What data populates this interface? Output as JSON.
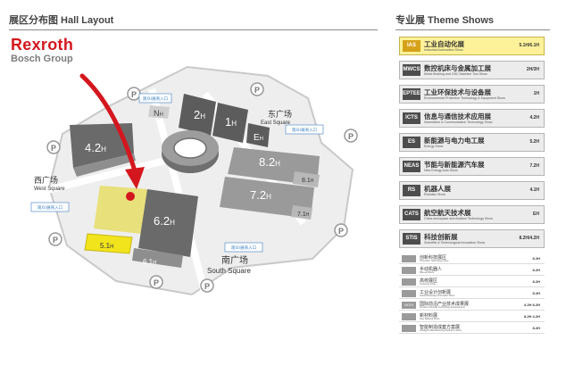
{
  "header": {
    "left_title": "展区分布图 Hall Layout",
    "right_title": "专业展 Theme Shows"
  },
  "brand": {
    "name": "Rexroth",
    "sub": "Bosch Group"
  },
  "map": {
    "halls": [
      {
        "id": "hall-2h",
        "num": "2",
        "suffix": "H"
      },
      {
        "id": "hall-1h",
        "num": "1",
        "suffix": "H"
      },
      {
        "id": "hall-4-2h",
        "num": "4.2",
        "suffix": "H"
      },
      {
        "id": "hall-8-2h",
        "num": "8.2",
        "suffix": "H"
      },
      {
        "id": "hall-8-1h",
        "num": "8.1",
        "suffix": "H"
      },
      {
        "id": "hall-7-2h",
        "num": "7.2",
        "suffix": "H"
      },
      {
        "id": "hall-7-1h",
        "num": "7.1",
        "suffix": "H"
      },
      {
        "id": "hall-6-2h",
        "num": "6.2",
        "suffix": "H"
      },
      {
        "id": "hall-5-1h",
        "num": "5.1",
        "suffix": "H"
      },
      {
        "id": "hall-6-1h",
        "num": "6.1",
        "suffix": "H"
      },
      {
        "id": "hall-nh",
        "num": "N",
        "suffix": "H"
      },
      {
        "id": "hall-eh",
        "num": "E",
        "suffix": "H"
      }
    ],
    "squares": {
      "east": {
        "cn": "东广场",
        "en": "East Square"
      },
      "west": {
        "cn": "西广场",
        "en": "West Square"
      },
      "south": {
        "cn": "南广场",
        "en": "South Square"
      }
    },
    "entrance_label": "观众/展商入口",
    "parking_symbol": "P"
  },
  "legend_big": [
    {
      "icon": "IAS",
      "cn": "工业自动化展",
      "en": "Industrial Automation Show",
      "code": "5.1H/6.1H",
      "highlight": true
    },
    {
      "icon": "MWCS",
      "cn": "数控机床与金属加工展",
      "en": "Metal Working and CNC Machine Tool Show",
      "code": "2H/3H",
      "highlight": false
    },
    {
      "icon": "EPTEE",
      "cn": "工业环保技术与设备展",
      "en": "Environmental Protection Technology & Equipment Show",
      "code": "1H",
      "highlight": false
    },
    {
      "icon": "ICTS",
      "cn": "信息与通信技术应用展",
      "en": "Information & Communication Technology Show",
      "code": "4.2H",
      "highlight": false
    },
    {
      "icon": "ES",
      "cn": "新能源与电力电工展",
      "en": "Energy Show",
      "code": "5.2H",
      "highlight": false
    },
    {
      "icon": "NEAS",
      "cn": "节能与新能源汽车展",
      "en": "New Energy Auto Show",
      "code": "7.2H",
      "highlight": false
    },
    {
      "icon": "RS",
      "cn": "机器人展",
      "en": "Robotics Show",
      "code": "4.1H",
      "highlight": false
    },
    {
      "icon": "CATS",
      "cn": "航空航天技术展",
      "en": "China Aerospace and Aviation Technology Show",
      "code": "EH",
      "highlight": false
    },
    {
      "icon": "STIS",
      "cn": "科技创新展",
      "en": "Scientific & Technological Innovation Show",
      "code": "8.2H/4.2H",
      "highlight": false
    }
  ],
  "legend_small": [
    {
      "icon": "",
      "cn": "创新科技展区",
      "en": "Innovation Technology Zone",
      "code": "8.2H"
    },
    {
      "icon": "",
      "cn": "手动机器人",
      "en": "Manual Robot",
      "code": "8.2H"
    },
    {
      "icon": "",
      "cn": "高校展区",
      "en": "University Zone",
      "code": "8.2H"
    },
    {
      "icon": "",
      "cn": "工业设计创新展",
      "en": "Industrial Design Innovation Show",
      "code": "8.2H"
    },
    {
      "icon": "NOVI",
      "cn": "国际前沿产业技术成果展",
      "en": "Frontier Industrial Technology Achievements",
      "code": "4.2H 8.2H"
    },
    {
      "icon": "",
      "cn": "新材料展",
      "en": "New Material Show",
      "code": "8.2H 4.2H"
    },
    {
      "icon": "",
      "cn": "智能制造成套方案展",
      "en": "Intelligent Manufacturing Solutions Show",
      "code": "8.2H"
    }
  ],
  "colors": {
    "hall_dark": "#5c5c5c",
    "hall_mid": "#7e7e7e",
    "hall_light": "#a9a9a9",
    "highlight_yellow": "#f1e41c",
    "highlight_pale": "#f5ee8e",
    "arrow_red": "#d4171e",
    "brand_red": "#d4171e",
    "brand_grey": "#7c7c7c",
    "entrance_blue": "#3b7fc4"
  }
}
